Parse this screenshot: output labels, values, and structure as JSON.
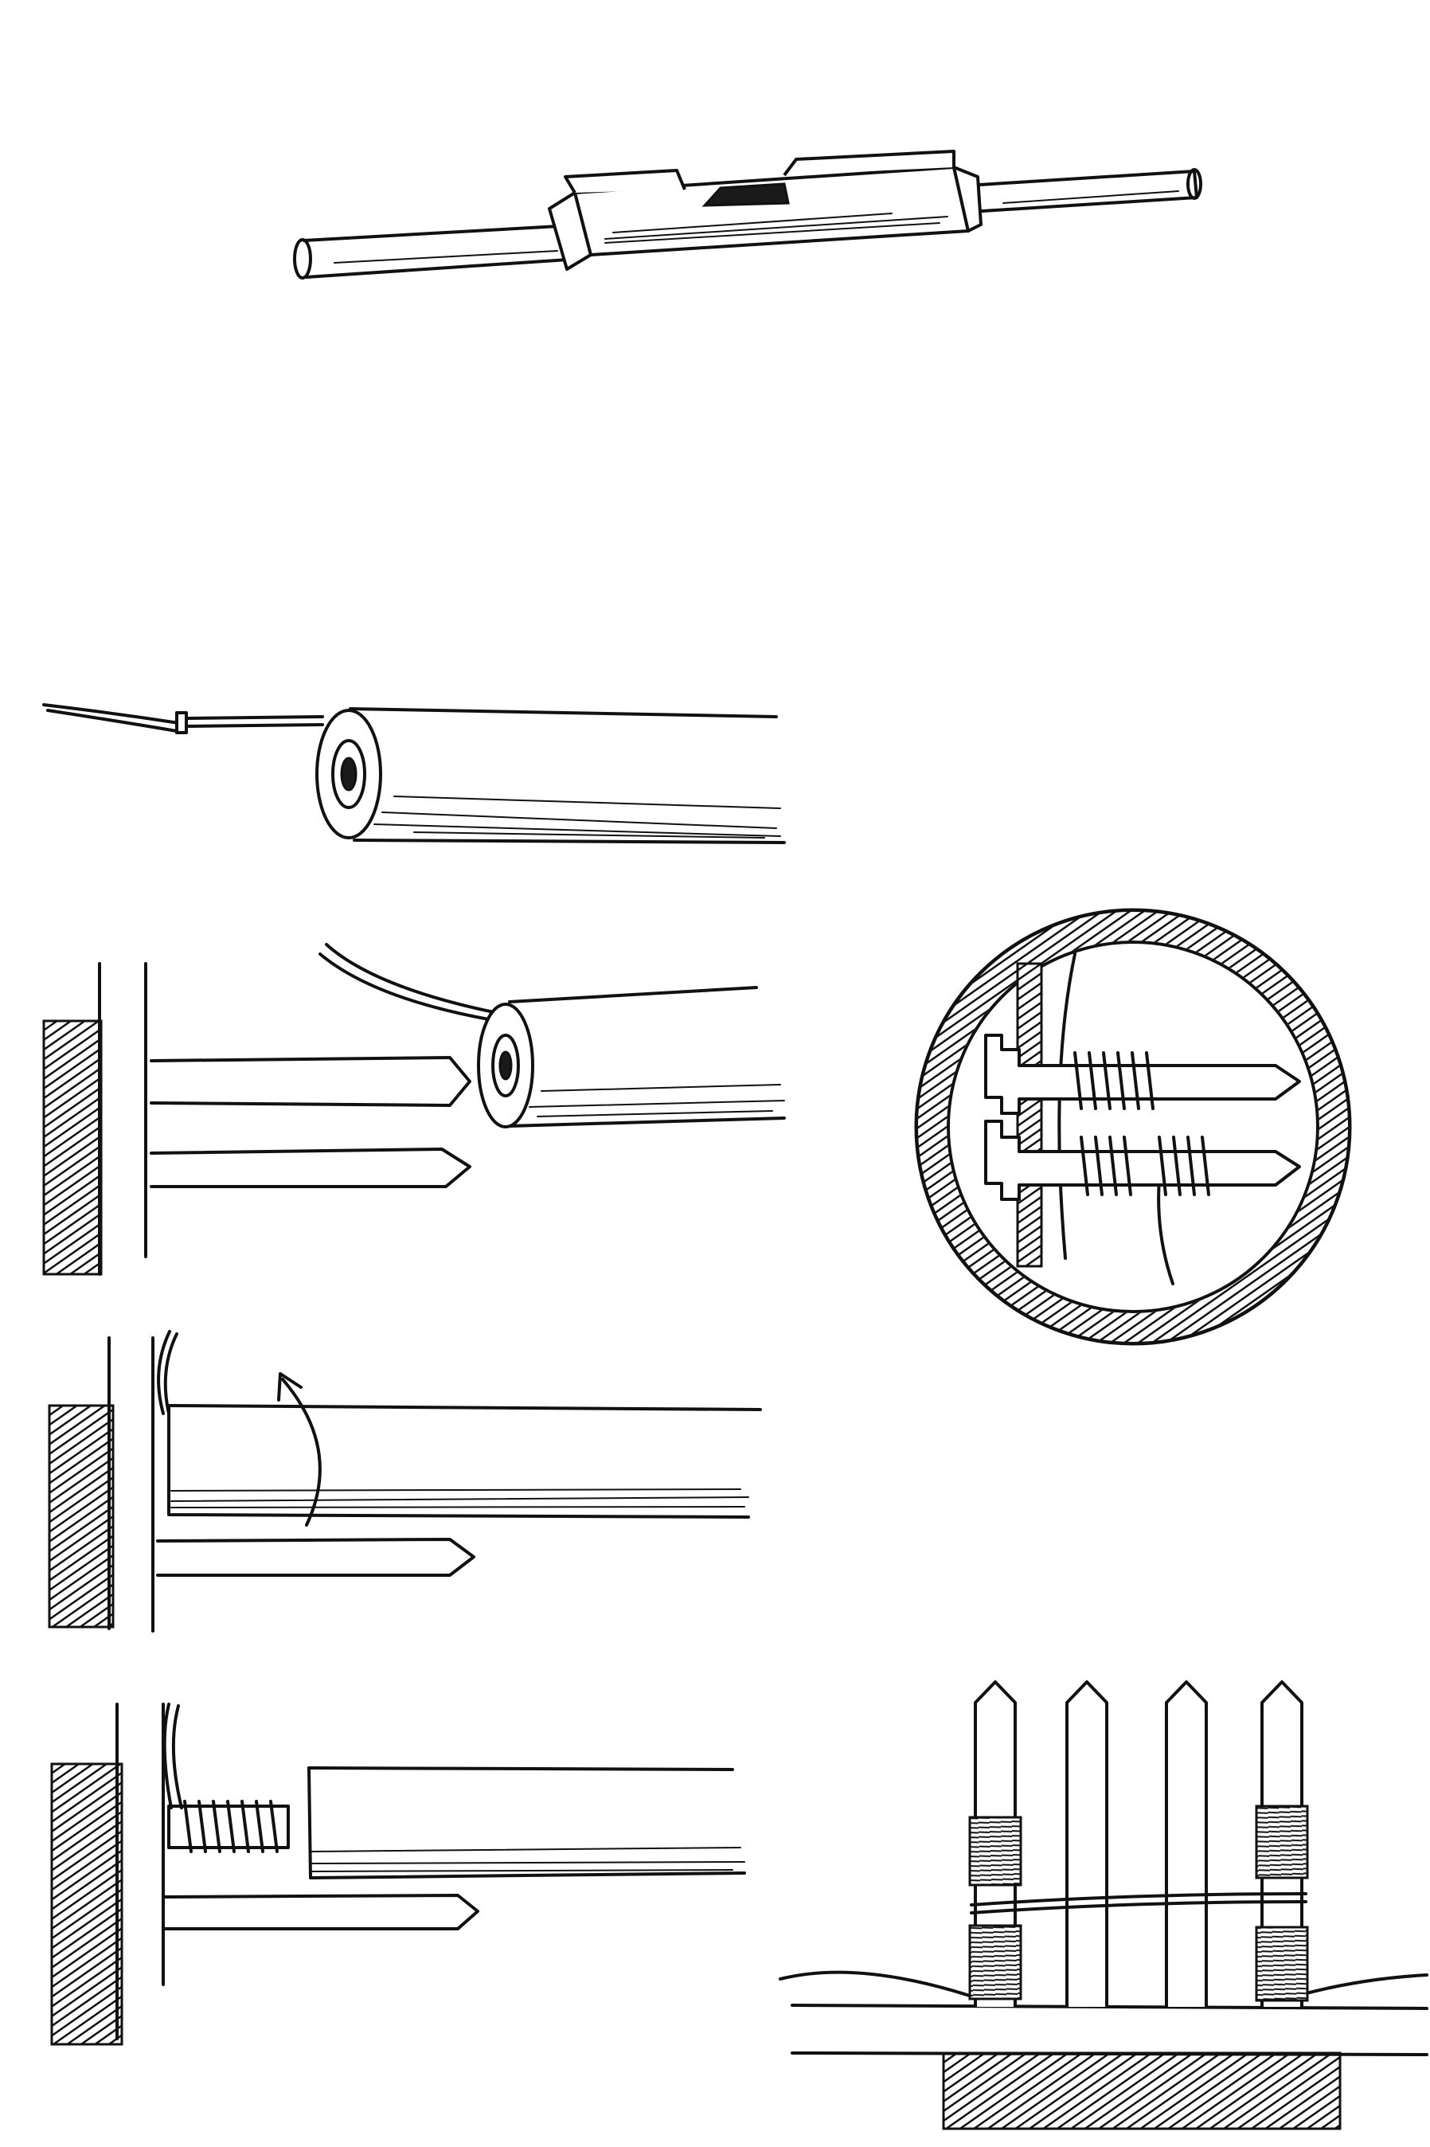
{
  "colors": {
    "ink": "#111111",
    "paper": "#ffffff"
  },
  "figures": [
    {
      "name": "wire-twisting-tool"
    },
    {
      "name": "insert-wire-into-tool"
    },
    {
      "name": "slide-tool-onto-stake"
    },
    {
      "name": "rotate-tool-around-stake"
    },
    {
      "name": "wire-coiled-on-stake"
    },
    {
      "name": "detail-circle-wrapped-stakes"
    },
    {
      "name": "finished-fence-wired"
    }
  ]
}
